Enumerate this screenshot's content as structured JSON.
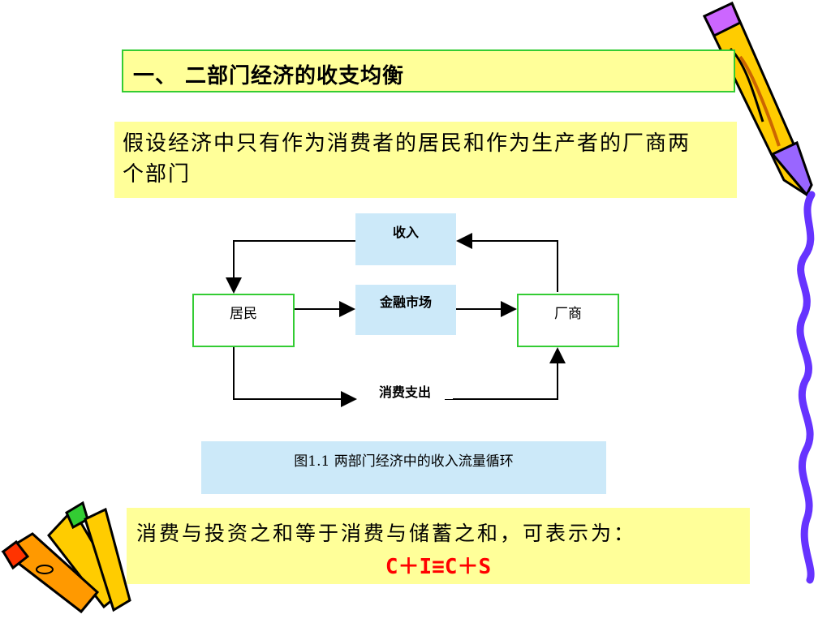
{
  "title": "一、 二部门经济的收支均衡",
  "assumption": "假设经济中只有作为消费者的居民和作为生产者的厂商两个部门",
  "diagram": {
    "nodes": {
      "resident": "居民",
      "firm": "厂商"
    },
    "labels": {
      "income": "收入",
      "financial_market": "金融市场",
      "consumption_spending": "消费支出"
    },
    "caption": "图1.1 两部门经济中的收入流量循环"
  },
  "conclusion": {
    "text": "消费与投资之和等于消费与储蓄之和，可表示为：",
    "formula": "C＋I≡C＋S",
    "formula_color": "#ff0000"
  },
  "colors": {
    "highlight": "#ffff99",
    "node_border": "#33cc33",
    "label_bg": "#cce9f9"
  },
  "decorations": [
    "pencil-icon",
    "crayons-icon",
    "squiggle-border"
  ]
}
